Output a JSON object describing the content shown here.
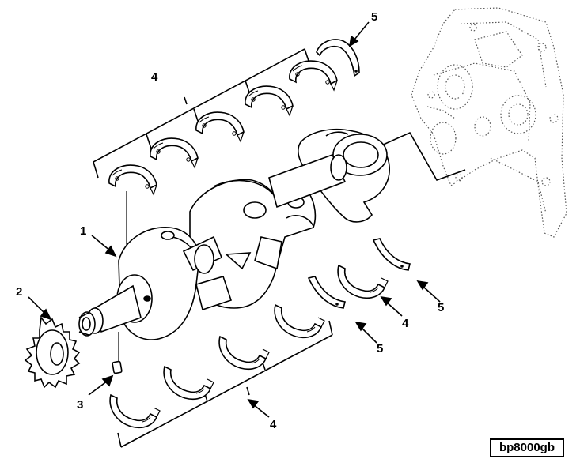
{
  "diagram": {
    "callouts": {
      "c1": "1",
      "c2": "2",
      "c3": "3",
      "c4_upper": "4",
      "c5_top": "5",
      "c5_right": "5",
      "c4_right": "4",
      "c5_mid": "5",
      "c4_lower": "4"
    },
    "figure_code": "bp8000gb",
    "parts": [
      {
        "callout": "1",
        "icon": "crankshaft-icon"
      },
      {
        "callout": "2",
        "icon": "timing-gear-icon"
      },
      {
        "callout": "3",
        "icon": "key-pin-icon"
      },
      {
        "callout": "4",
        "icon": "bearing-shell-icon"
      },
      {
        "callout": "5",
        "icon": "thrust-washer-icon"
      }
    ],
    "colors": {
      "line": "#000000",
      "background": "#ffffff"
    }
  }
}
